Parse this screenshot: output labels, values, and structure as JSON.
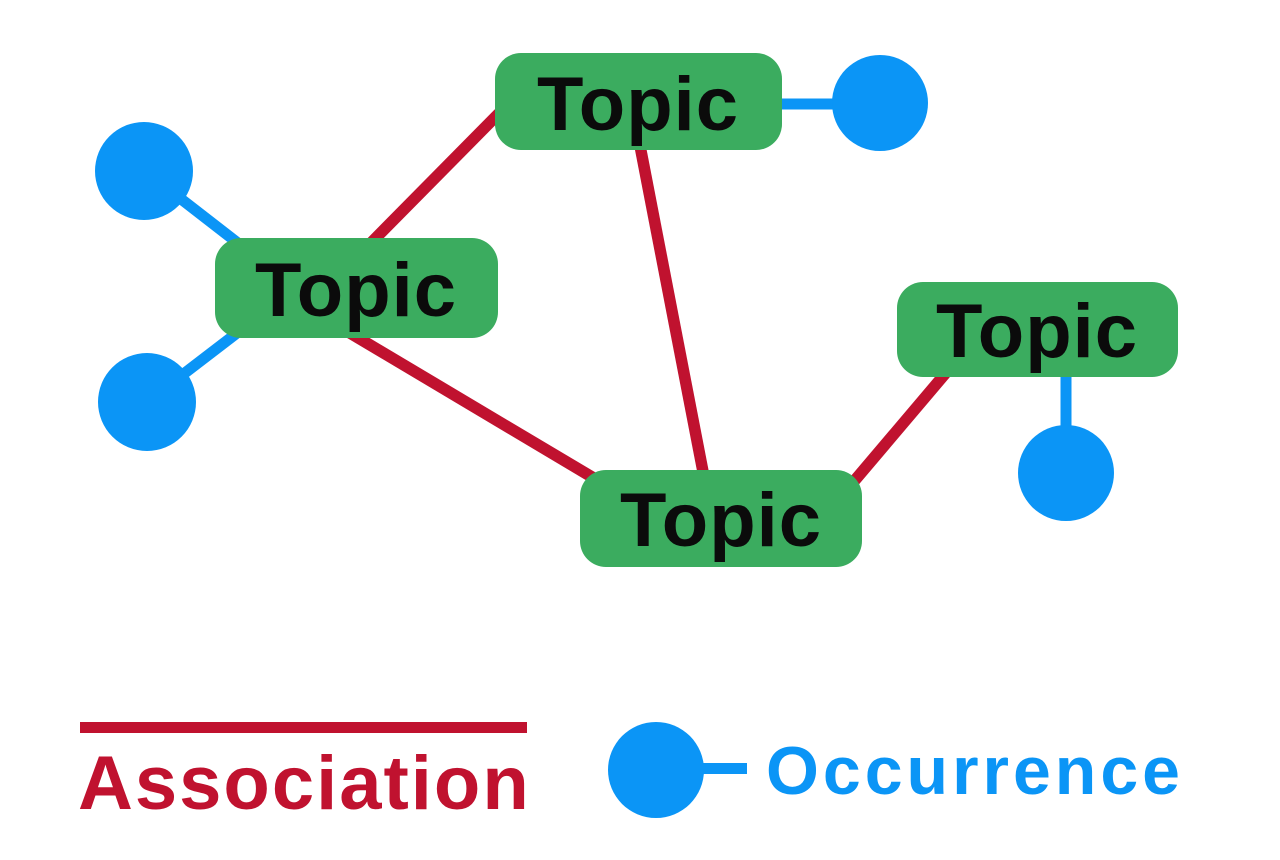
{
  "diagram": {
    "nodes": [
      {
        "id": "topic-top",
        "label": "Topic"
      },
      {
        "id": "topic-left",
        "label": "Topic"
      },
      {
        "id": "topic-right",
        "label": "Topic"
      },
      {
        "id": "topic-bottom",
        "label": "Topic"
      }
    ],
    "colors": {
      "topic_green": "#3BAC5F",
      "occurrence_blue": "#0B95F6",
      "association_red": "#C0122F",
      "label_black": "#0B0B0B",
      "background": "#FFFFFF"
    }
  },
  "legend": {
    "association_label": "Association",
    "occurrence_label": "Occurrence"
  }
}
